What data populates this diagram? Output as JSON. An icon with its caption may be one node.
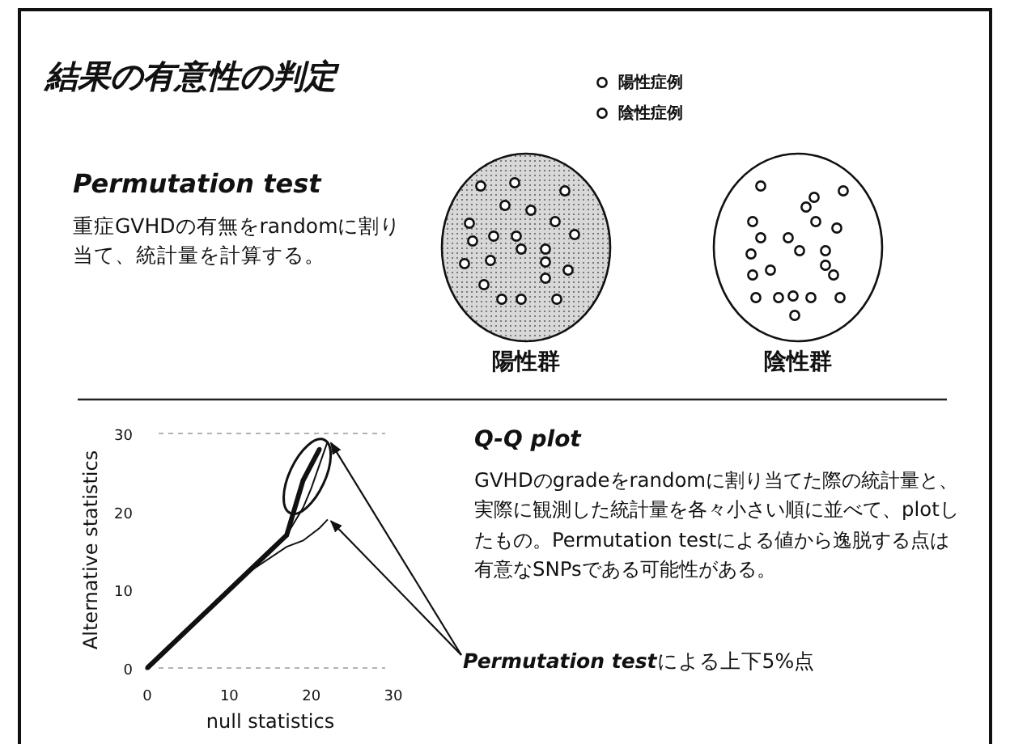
{
  "diagram": {
    "title": "結果の有意性の判定",
    "nodes": [
      {
        "text": [
          "陽性群"
        ]
      },
      {
        "text": [
          "陰性群"
        ]
      },
      {
        "text": [
          "**Permutation test**による上下5%点"
        ]
      },
      {
        "text": [],
        "shape": "line"
      },
      {
        "text": [],
        "shape": "line"
      }
    ],
    "edges": [
      {
        "from": 2,
        "to": 3,
        "arrow": "to"
      },
      {
        "from": 2,
        "to": 4,
        "arrow": "to"
      }
    ],
    "labels": [
      "Permutation test",
      "重症GVHDの有無をrandomに割り当て、統計量を計算する。",
      "Q-Q plot",
      "GVHDのgradeをrandomに割り当てた際の統計量と、実際に観測した統計量を各々小さい順に並べて、plotしたもの。Permutation testによる値から逸脱する点は有意なSNPsである可能性がある。"
    ],
    "legend": [
      {
        "text": "陽性症例"
      },
      {
        "text": "陰性症例"
      }
    ],
    "chart_data": {
      "type": "line",
      "xlabel": "null statistics",
      "ylabel": "Alternative statistics",
      "x": [
        0,
        12,
        17,
        19,
        20,
        21,
        22
      ],
      "xlim": [
        0,
        30
      ],
      "ylim": [
        0,
        30
      ],
      "xticks": [
        0,
        10,
        20,
        30
      ],
      "yticks": [
        0,
        10,
        20,
        30
      ],
      "series": [
        {
          "values": [
            0,
            12,
            17,
            24,
            26,
            28,
            null
          ]
        },
        {
          "values": [
            0,
            12,
            17,
            20.5,
            23,
            26,
            29
          ]
        },
        {
          "values": [
            0,
            12,
            15.5,
            16.3,
            17.1,
            17.9,
            19
          ]
        }
      ]
    }
  }
}
